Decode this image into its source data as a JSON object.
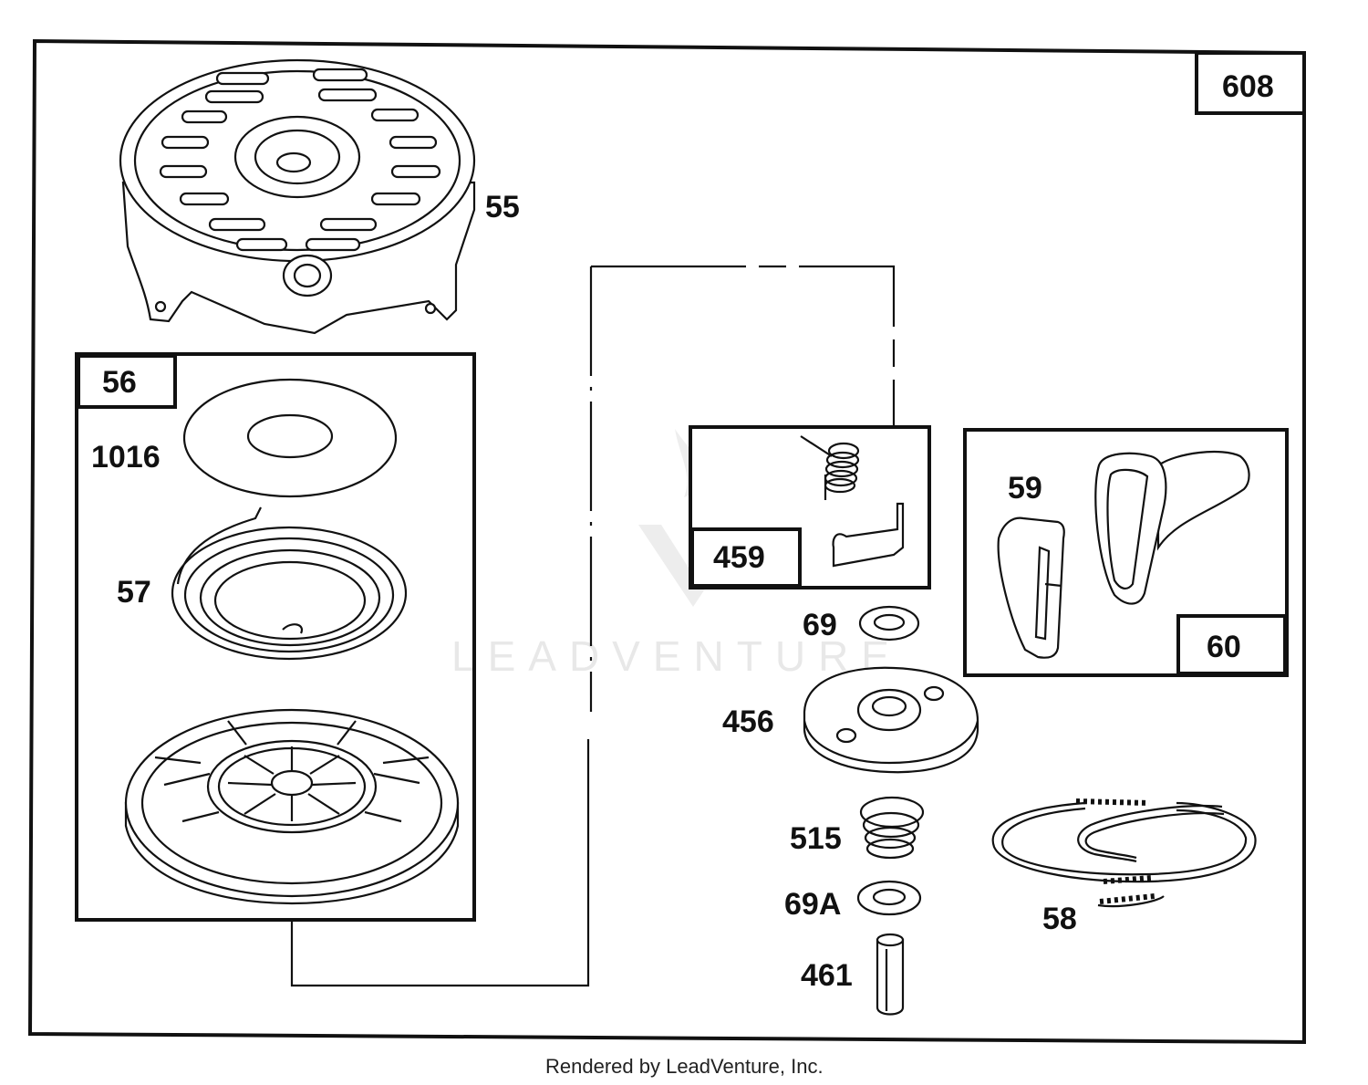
{
  "diagram": {
    "assembly_number": "608",
    "box_labels": {
      "starter_pulley_box": "56",
      "pawl_kit_box": "459",
      "handle_box": "60"
    },
    "callouts": {
      "housing": "55",
      "washer_top": "1016",
      "rewind_spring": "57",
      "handle_insert": "59",
      "washer_69": "69",
      "retainer": "456",
      "spring_515": "515",
      "washer_69a": "69A",
      "pin": "461",
      "rope": "58"
    },
    "watermark": "LEADVENTURE",
    "footer": "Rendered by LeadVenture, Inc."
  }
}
